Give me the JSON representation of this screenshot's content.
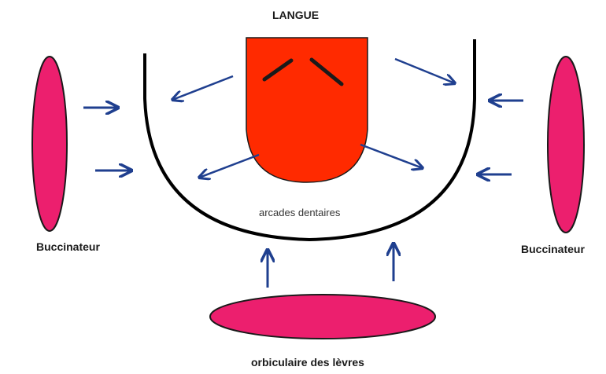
{
  "title": "LANGUE",
  "labels": {
    "buccinateur_left": "Buccinateur",
    "buccinateur_right": "Buccinateur",
    "orbiculaire": "orbiculaire des lèvres",
    "arcades": "arcades dentaires"
  },
  "colors": {
    "tongue": "#ff2a00",
    "muscle": "#ec1f6e",
    "arrow": "#1f3f8f",
    "outline": "#000000"
  }
}
